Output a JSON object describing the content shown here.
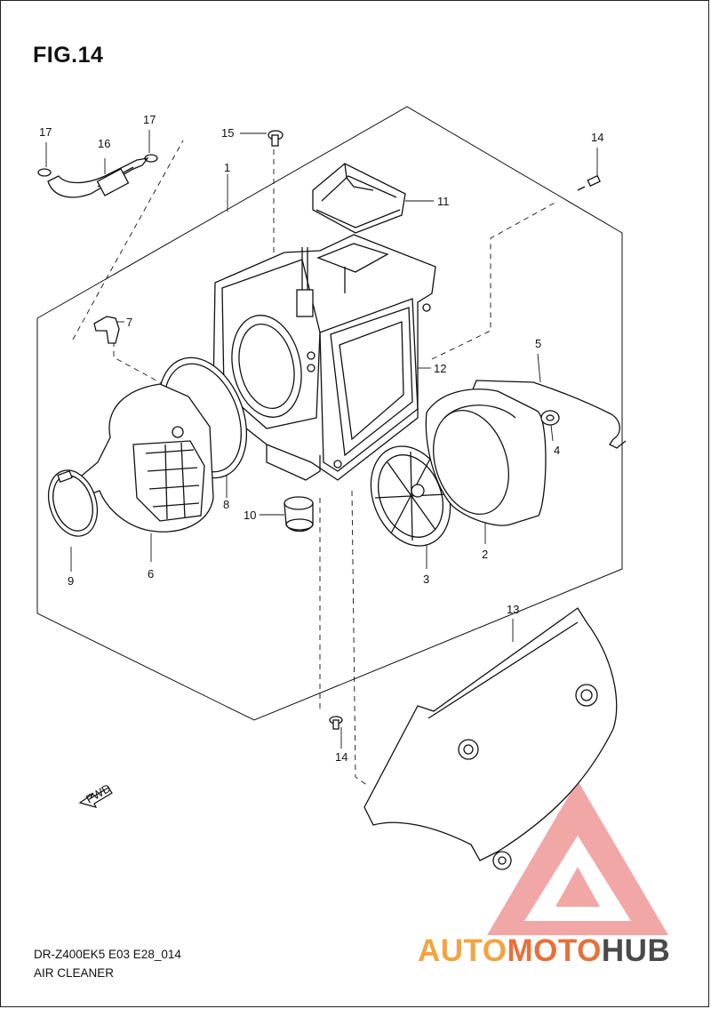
{
  "figure": {
    "title": "FIG.14"
  },
  "callouts": [
    {
      "id": "c1",
      "label": "1"
    },
    {
      "id": "c2",
      "label": "2"
    },
    {
      "id": "c3",
      "label": "3"
    },
    {
      "id": "c4",
      "label": "4"
    },
    {
      "id": "c5",
      "label": "5"
    },
    {
      "id": "c6",
      "label": "6"
    },
    {
      "id": "c7",
      "label": "7"
    },
    {
      "id": "c8",
      "label": "8"
    },
    {
      "id": "c9",
      "label": "9"
    },
    {
      "id": "c10",
      "label": "10"
    },
    {
      "id": "c11",
      "label": "11"
    },
    {
      "id": "c12",
      "label": "12"
    },
    {
      "id": "c13",
      "label": "13"
    },
    {
      "id": "c14a",
      "label": "14"
    },
    {
      "id": "c14b",
      "label": "14"
    },
    {
      "id": "c15",
      "label": "15"
    },
    {
      "id": "c16",
      "label": "16"
    },
    {
      "id": "c17a",
      "label": "17"
    },
    {
      "id": "c17b",
      "label": "17"
    }
  ],
  "fwd_label": "FWD",
  "footer": {
    "model_code": "DR-Z400EK5 E03 E28_014",
    "section_name": "AIR CLEANER"
  },
  "watermark": {
    "part1": "AUTO",
    "part2": "MOTO",
    "part3": "HUB",
    "colors": {
      "triangle": "#e86a6a",
      "auto": "#f2a441",
      "moto": "#e8703a",
      "hub": "#4a4a4a"
    }
  }
}
